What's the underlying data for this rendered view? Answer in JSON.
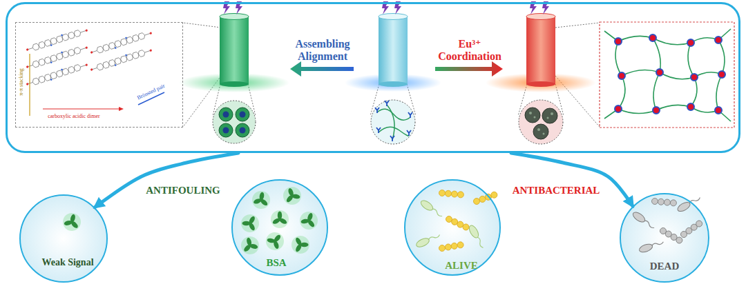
{
  "diagram": {
    "nodes": [
      {
        "text": [
          "Assembling Alignment",
          "Eu³⁺ Coordination"
        ]
      },
      {
        "text": [
          "π-π stacking",
          "carboxylic acidic dimer",
          "Brönsted pair"
        ],
        "in": 0
      },
      {
        "text": [
          "Weak Signal"
        ]
      },
      {
        "text": [
          "BSA"
        ]
      },
      {
        "text": [
          "ALIVE"
        ]
      },
      {
        "text": [
          "DEAD"
        ]
      }
    ],
    "edges": [
      {
        "from": 0,
        "to": 2,
        "arrow": "to",
        "label": "ANTIFOULING"
      },
      {
        "from": 0,
        "to": 5,
        "arrow": "to",
        "label": "ANTIBACTERIAL"
      }
    ]
  }
}
